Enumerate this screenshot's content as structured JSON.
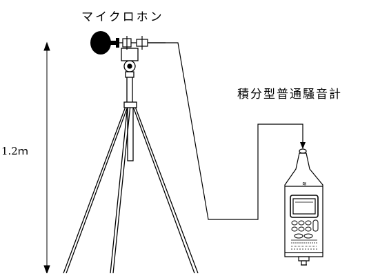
{
  "labels": {
    "microphone": "マイクロホン",
    "sound_level_meter": "積分型普通騒音計",
    "height": "1.2ｍ"
  },
  "colors": {
    "line": "#000000",
    "background": "#ffffff"
  },
  "icons": [
    "microphone-ball-icon",
    "tripod-icon",
    "sound-level-meter-icon"
  ]
}
